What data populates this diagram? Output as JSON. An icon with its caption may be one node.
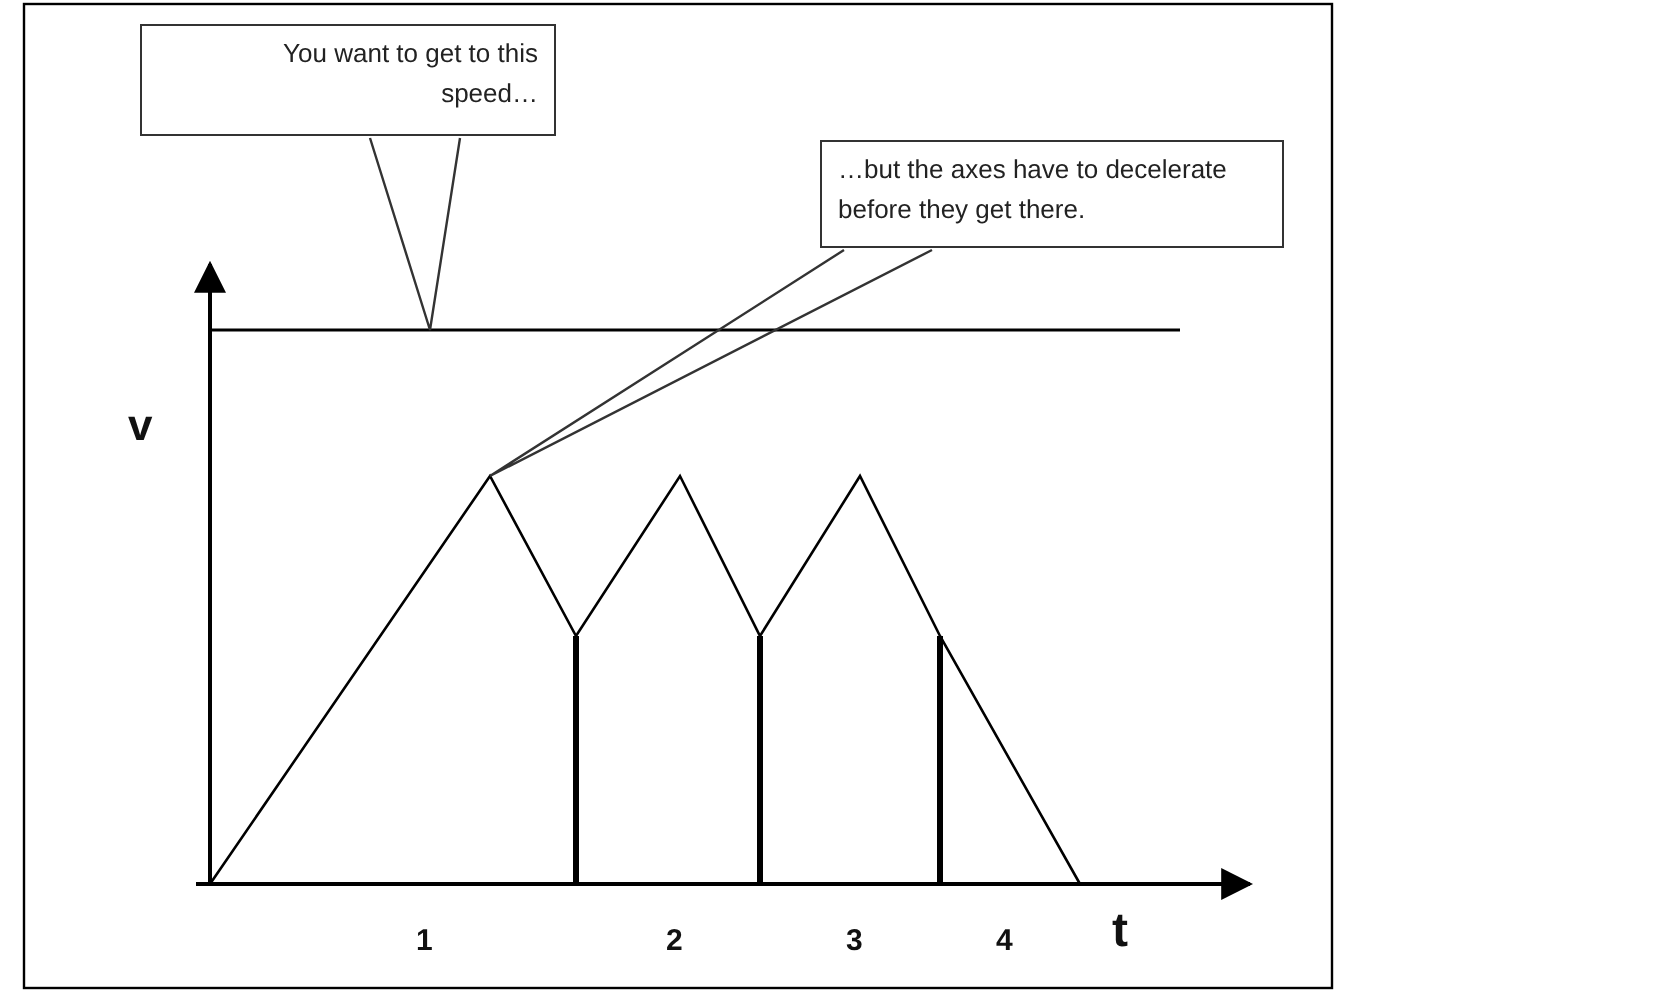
{
  "diagram": {
    "nodes": [
      {
        "text": [
          "You want to get to this speed…"
        ]
      },
      {
        "text": [
          "…but the axes have to decelerate before they get there."
        ]
      },
      {
        "text": [],
        "shape": "line"
      }
    ],
    "edges": [
      {
        "from": 0,
        "to": 2,
        "arrow": "none"
      },
      {
        "from": 1,
        "to": null,
        "arrow": "none"
      }
    ],
    "labels": [
      "v",
      "t",
      "1",
      "2",
      "3",
      "4"
    ]
  }
}
